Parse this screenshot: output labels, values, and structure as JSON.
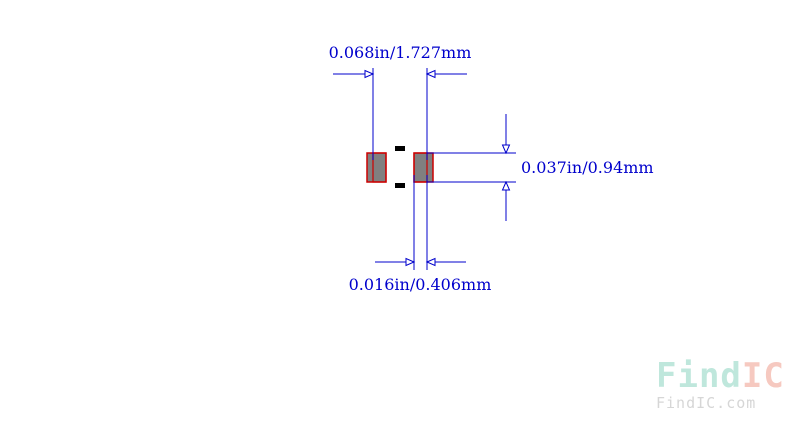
{
  "dimensions": {
    "length": "0.068in/1.727mm",
    "width": "0.037in/0.94mm",
    "terminal": "0.016in/0.406mm"
  },
  "watermark": {
    "logo_find": "Find",
    "logo_ic": "IC",
    "url": "FindIC.com"
  },
  "colors": {
    "dimension_line": "#0000cc",
    "pad_outline": "#cc0000",
    "pad_fill": "#808080",
    "polarity_mark": "#000000"
  }
}
